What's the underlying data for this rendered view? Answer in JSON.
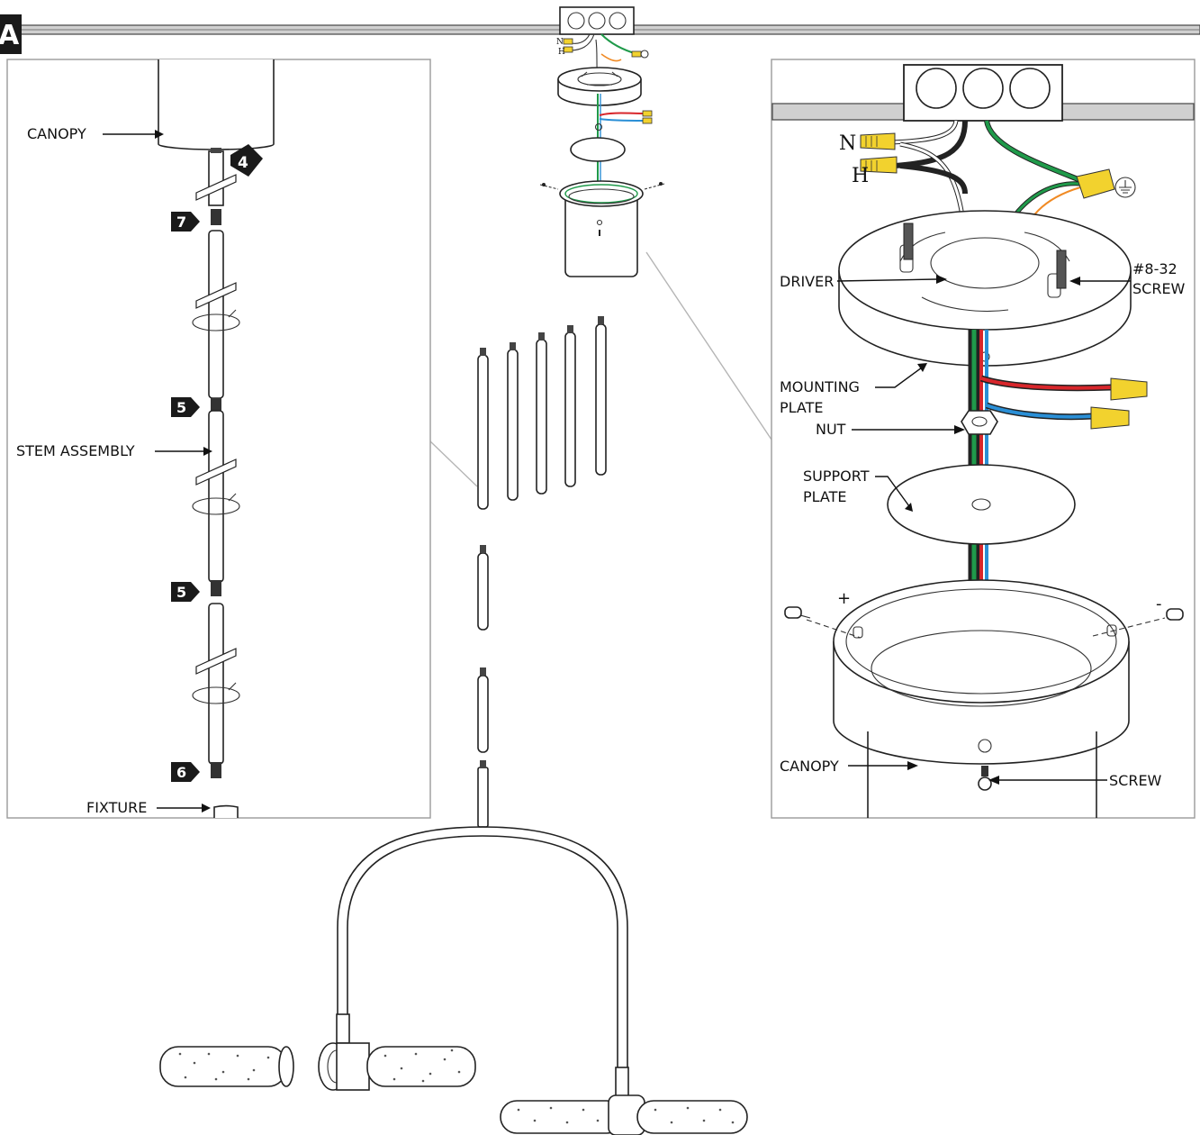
{
  "figure_letter": "A",
  "left_inset": {
    "labels": {
      "canopy": "CANOPY",
      "stem_assembly": "STEM ASSEMBLY",
      "fixture": "FIXTURE"
    },
    "steps": {
      "step_canopy": "4",
      "step_top_joint": "7",
      "step_mid_joint_1": "5",
      "step_mid_joint_2": "5",
      "step_bottom_joint": "6"
    }
  },
  "right_inset": {
    "wire_labels": {
      "neutral": "N",
      "hot": "H"
    },
    "labels": {
      "driver": "DRIVER",
      "screw_832_line1": "#8-32",
      "screw_832_line2": "SCREW",
      "mounting_plate_line1": "MOUNTING",
      "mounting_plate_line2": "PLATE",
      "nut": "NUT",
      "support_plate_line1": "SUPPORT",
      "support_plate_line2": "PLATE",
      "canopy": "CANOPY",
      "screw": "SCREW",
      "plus": "+",
      "minus": "-"
    }
  },
  "center": {
    "mini_wire_labels": {
      "neutral": "N",
      "hot": "H"
    }
  },
  "colors": {
    "ground_wire": "#1f9a4a",
    "driver_wire": "#f08a24",
    "red_wire": "#d8262b",
    "blue_wire": "#2a8fd6",
    "wire_nut": "#f2d22e",
    "ceiling_fill": "#d0d0d0",
    "frame": "#9a9a9a",
    "step_badge": "#1a1a1a"
  }
}
